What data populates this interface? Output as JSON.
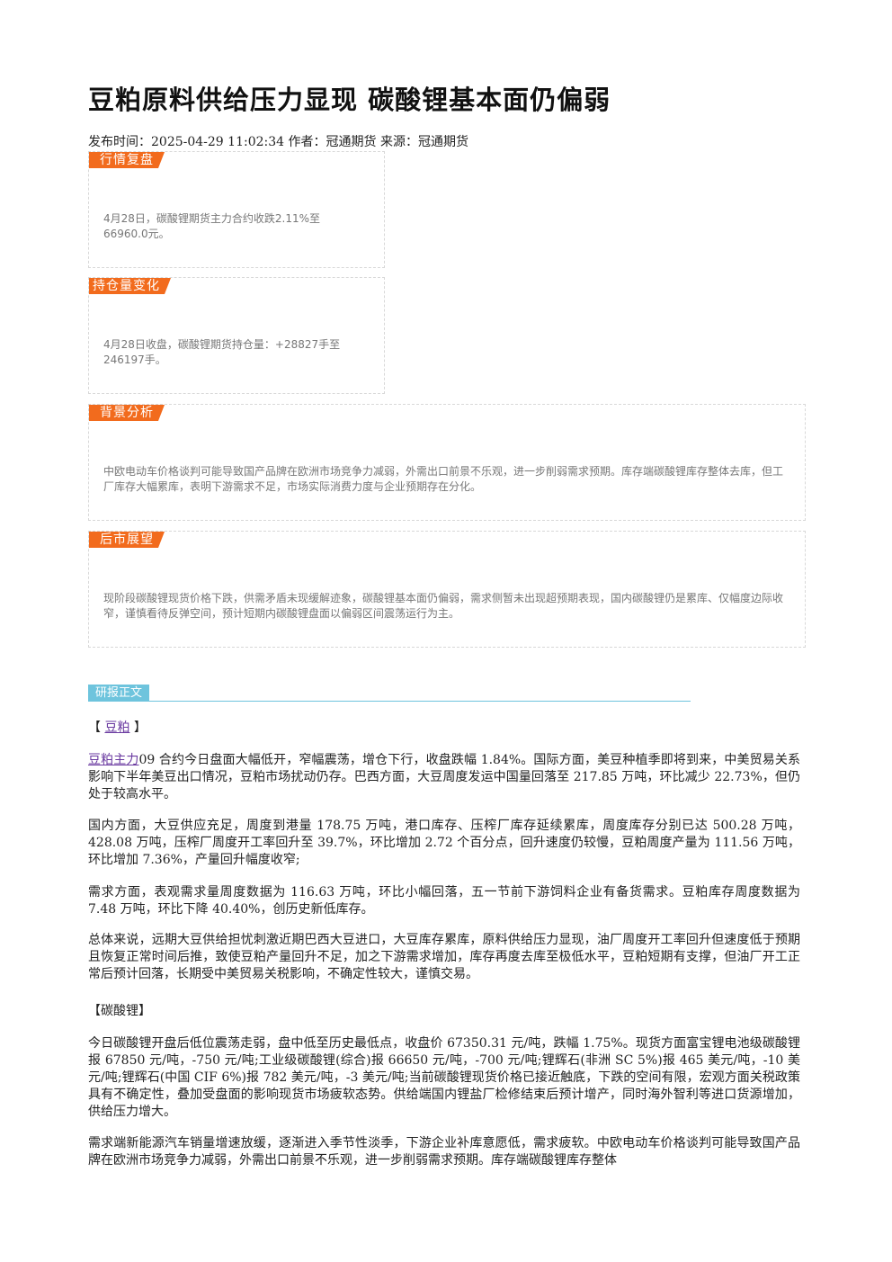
{
  "article": {
    "title": "豆粕原料供给压力显现 碳酸锂基本面仍偏弱",
    "meta": "发布时间：2025-04-29 11:02:34 作者：冠通期货 来源：冠通期货"
  },
  "boxes": {
    "market_review": {
      "tag": "行情复盘",
      "text": "4月28日，碳酸锂期货主力合约收跌2.11%至66960.0元。"
    },
    "position_change": {
      "tag": "持仓量变化",
      "text": "4月28日收盘，碳酸锂期货持仓量：+28827手至246197手。"
    },
    "background": {
      "tag": "背景分析",
      "text": "中欧电动车价格谈判可能导致国产品牌在欧洲市场竞争力减弱，外需出口前景不乐观，进一步削弱需求预期。库存端碳酸锂库存整体去库，但工厂库存大幅累库，表明下游需求不足，市场实际消费力度与企业预期存在分化。"
    },
    "outlook": {
      "tag": "后市展望",
      "text": "现阶段碳酸锂现货价格下跌，供需矛盾未现缓解迹象，碳酸锂基本面仍偏弱，需求侧暂未出现超预期表现，国内碳酸锂仍是累库、仅幅度边际收窄，谨慎看待反弹空间，预计短期内碳酸锂盘面以偏弱区间震荡运行为主。"
    }
  },
  "report": {
    "section_label": "研报正文",
    "soy": {
      "bracket_open": "【",
      "link": "豆粕",
      "bracket_close": "】",
      "p1_link": "豆粕主力",
      "p1": "09 合约今日盘面大幅低开，窄幅震荡，增仓下行，收盘跌幅 1.84%。国际方面，美豆种植季即将到来，中美贸易关系影响下半年美豆出口情况，豆粕市场扰动仍存。巴西方面，大豆周度发运中国量回落至 217.85 万吨，环比减少 22.73%，但仍处于较高水平。",
      "p2": "国内方面，大豆供应充足，周度到港量 178.75 万吨，港口库存、压榨厂库存延续累库，周度库存分别已达 500.28 万吨，428.08 万吨，压榨厂周度开工率回升至 39.7%，环比增加 2.72 个百分点，回升速度仍较慢，豆粕周度产量为 111.56 万吨，环比增加 7.36%，产量回升幅度收窄;",
      "p3": "需求方面，表观需求量周度数据为 116.63 万吨，环比小幅回落，五一节前下游饲料企业有备货需求。豆粕库存周度数据为 7.48 万吨，环比下降 40.40%，创历史新低库存。",
      "p4": "总体来说，远期大豆供给担忧刺激近期巴西大豆进口，大豆库存累库，原料供给压力显现，油厂周度开工率回升但速度低于预期且恢复正常时间后推，致使豆粕产量回升不足，加之下游需求增加，库存再度去库至极低水平，豆粕短期有支撑，但油厂开工正常后预计回落，长期受中美贸易关税影响，不确定性较大，谨慎交易。"
    },
    "lithium": {
      "heading": "【碳酸锂】",
      "p1": "今日碳酸锂开盘后低位震荡走弱，盘中低至历史最低点，收盘价 67350.31 元/吨，跌幅 1.75%。现货方面富宝锂电池级碳酸锂报 67850 元/吨，-750 元/吨;工业级碳酸锂(综合)报 66650 元/吨，-700 元/吨;锂辉石(非洲 SC 5%)报 465 美元/吨，-10 美元/吨;锂辉石(中国 CIF 6%)报 782 美元/吨，-3 美元/吨;当前碳酸锂现货价格已接近触底，下跌的空间有限，宏观方面关税政策具有不确定性，叠加受盘面的影响现货市场疲软态势。供给端国内锂盐厂检修结束后预计增产，同时海外智利等进口货源增加，供给压力增大。",
      "p2": "需求端新能源汽车销量增速放缓，逐渐进入季节性淡季，下游企业补库意愿低，需求疲软。中欧电动车价格谈判可能导致国产品牌在欧洲市场竞争力减弱，外需出口前景不乐观，进一步削弱需求预期。库存端碳酸锂库存整体"
    }
  }
}
